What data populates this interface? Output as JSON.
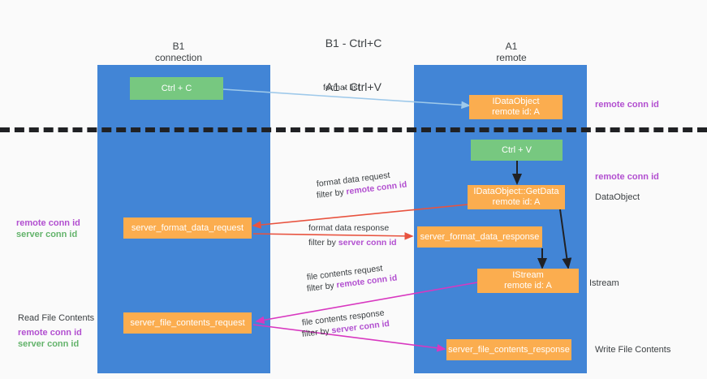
{
  "title": {
    "line1": "B1 - Ctrl+C",
    "line2": "A1 - Ctrl+V"
  },
  "columns": [
    {
      "name": "B1",
      "role": "connection"
    },
    {
      "name": "A1",
      "role": "remote"
    }
  ],
  "nodes": {
    "ctrl_c": {
      "label": "Ctrl + C"
    },
    "ctrl_v": {
      "label": "Ctrl + V"
    },
    "idataobject": {
      "line1": "IDataObject",
      "line2": "remote id: A"
    },
    "getdata": {
      "line1": "IDataObject::GetData",
      "line2": "remote id: A"
    },
    "istream": {
      "line1": "IStream",
      "line2": "remote id: A"
    },
    "server_format_data_request": {
      "label": "server_format_data_request"
    },
    "server_format_data_response": {
      "label": "server_format_data_response"
    },
    "server_file_contents_request": {
      "label": "server_file_contents_request"
    },
    "server_file_contents_response": {
      "label": "server_file_contents_response"
    }
  },
  "edges": {
    "format_list": {
      "label": "format list"
    },
    "format_data_request": {
      "label": "format data request",
      "filter_prefix": "filter by ",
      "filter_key": "remote conn id"
    },
    "format_data_response": {
      "label": "format data response",
      "filter_prefix": "filter by ",
      "filter_key": "server conn id"
    },
    "file_contents_request": {
      "label": "file contents request",
      "filter_prefix": "filter by ",
      "filter_key": "remote conn id"
    },
    "file_contents_response": {
      "label": "file contents response",
      "filter_prefix": "filter by ",
      "filter_key": "server conn id"
    }
  },
  "annotations": {
    "right_remote_conn_id_top": "remote conn id",
    "right_remote_conn_id_mid": "remote conn id",
    "right_dataobject": "DataObject",
    "right_istream": "Istream",
    "right_write_file_contents": "Write File Contents",
    "left_read_file_contents": "Read File Contents",
    "left_remote_conn_id_mid": "remote conn id",
    "left_server_conn_id_mid": "server conn id",
    "left_remote_conn_id_bottom": "remote conn id",
    "left_server_conn_id_bottom": "server conn id"
  },
  "colors": {
    "lane": "#4285d6",
    "green_node": "#77c880",
    "orange_node": "#fbad4f",
    "purple": "#b24fd0",
    "green_text": "#63b36b",
    "arrow_blue": "#9ec9ea",
    "arrow_red": "#e8533f",
    "arrow_pink": "#d838c0",
    "arrow_dark": "#202124",
    "background": "#fafafa"
  }
}
